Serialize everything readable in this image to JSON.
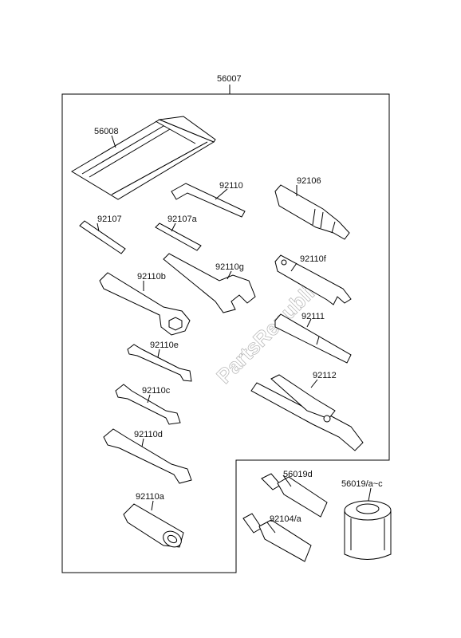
{
  "watermark": "PartsRepublik",
  "assembly": {
    "number": "56007"
  },
  "parts": [
    {
      "number": "56008",
      "name": "tool-bag"
    },
    {
      "number": "92110",
      "name": "hex-key"
    },
    {
      "number": "92106",
      "name": "screwdriver-handle"
    },
    {
      "number": "92107",
      "name": "screwdriver-bit"
    },
    {
      "number": "92107a",
      "name": "screwdriver-bit-a"
    },
    {
      "number": "92110g",
      "name": "wrench-g"
    },
    {
      "number": "92110f",
      "name": "spanner-f"
    },
    {
      "number": "92110b",
      "name": "box-wrench-b"
    },
    {
      "number": "92111",
      "name": "extension-bar"
    },
    {
      "number": "92110e",
      "name": "wrench-e"
    },
    {
      "number": "92112",
      "name": "pliers"
    },
    {
      "number": "92110c",
      "name": "wrench-c"
    },
    {
      "number": "92110d",
      "name": "wrench-d"
    },
    {
      "number": "92110a",
      "name": "socket-a"
    },
    {
      "number": "56019d",
      "name": "grease-tube-d"
    },
    {
      "number": "56019/a~c",
      "name": "oil-can"
    },
    {
      "number": "92104/a",
      "name": "grease-tube"
    }
  ]
}
